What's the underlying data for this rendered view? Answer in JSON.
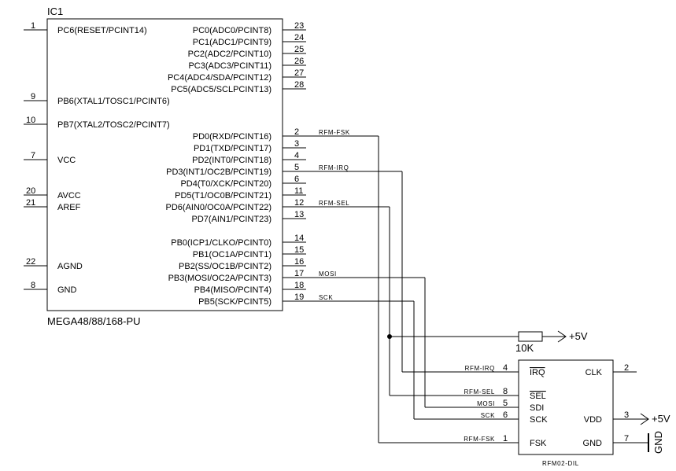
{
  "ic1": {
    "ref": "IC1",
    "part": "MEGA48/88/168-PU",
    "left_pins": [
      {
        "num": "1",
        "label": "PC6(RESET/PCINT14)"
      },
      {
        "num": "9",
        "label": "PB6(XTAL1/TOSC1/PCINT6)"
      },
      {
        "num": "10",
        "label": "PB7(XTAL2/TOSC2/PCINT7)"
      },
      {
        "num": "7",
        "label": "VCC"
      },
      {
        "num": "20",
        "label": "AVCC"
      },
      {
        "num": "21",
        "label": "AREF"
      },
      {
        "num": "22",
        "label": "AGND"
      },
      {
        "num": "8",
        "label": "GND"
      }
    ],
    "right_pins": [
      {
        "num": "23",
        "label": "PC0(ADC0/PCINT8)"
      },
      {
        "num": "24",
        "label": "PC1(ADC1/PCINT9)"
      },
      {
        "num": "25",
        "label": "PC2(ADC2/PCINT10)"
      },
      {
        "num": "26",
        "label": "PC3(ADC3/PCINT11)"
      },
      {
        "num": "27",
        "label": "PC4(ADC4/SDA/PCINT12)"
      },
      {
        "num": "28",
        "label": "PC5(ADC5/SCLPCINT13)"
      },
      {
        "num": "2",
        "label": "PD0(RXD/PCINT16)"
      },
      {
        "num": "3",
        "label": "PD1(TXD/PCINT17)"
      },
      {
        "num": "4",
        "label": "PD2(INT0/PCINT18)"
      },
      {
        "num": "5",
        "label": "PD3(INT1/OC2B/PCINT19)"
      },
      {
        "num": "6",
        "label": "PD4(T0/XCK/PCINT20)"
      },
      {
        "num": "11",
        "label": "PD5(T1/OC0B/PCINT21)"
      },
      {
        "num": "12",
        "label": "PD6(AIN0/OC0A/PCINT22)"
      },
      {
        "num": "13",
        "label": "PD7(AIN1/PCINT23)"
      },
      {
        "num": "14",
        "label": "PB0(ICP1/CLKO/PCINT0)"
      },
      {
        "num": "15",
        "label": "PB1(OC1A/PCINT1)"
      },
      {
        "num": "16",
        "label": "PB2(SS/OC1B/PCINT2)"
      },
      {
        "num": "17",
        "label": "PB3(MOSI/OC2A/PCINT3)"
      },
      {
        "num": "18",
        "label": "PB4(MISO/PCINT4)"
      },
      {
        "num": "19",
        "label": "PB5(SCK/PCINT5)"
      }
    ]
  },
  "nets": {
    "rfm_fsk": "RFM-FSK",
    "rfm_irq": "RFM-IRQ",
    "rfm_sel": "RFM-SEL",
    "mosi": "MOSI",
    "sck": "SCK"
  },
  "resistor": {
    "value": "10K",
    "supply": "+5V"
  },
  "rfm02": {
    "part": "RFM02-DIL",
    "left_pins": [
      {
        "num": "4",
        "label": "IRQ",
        "net": "RFM-IRQ"
      },
      {
        "num": "8",
        "label": "SEL",
        "net": "RFM-SEL"
      },
      {
        "num": "5",
        "label": "SDI",
        "net": "MOSI"
      },
      {
        "num": "6",
        "label": "SCK",
        "net": "SCK"
      },
      {
        "num": "1",
        "label": "FSK",
        "net": "RFM-FSK"
      }
    ],
    "right_pins": [
      {
        "num": "2",
        "label": "CLK"
      },
      {
        "num": "3",
        "label": "VDD"
      },
      {
        "num": "7",
        "label": "GND"
      }
    ],
    "vdd_supply": "+5V",
    "gnd_label": "GND"
  }
}
